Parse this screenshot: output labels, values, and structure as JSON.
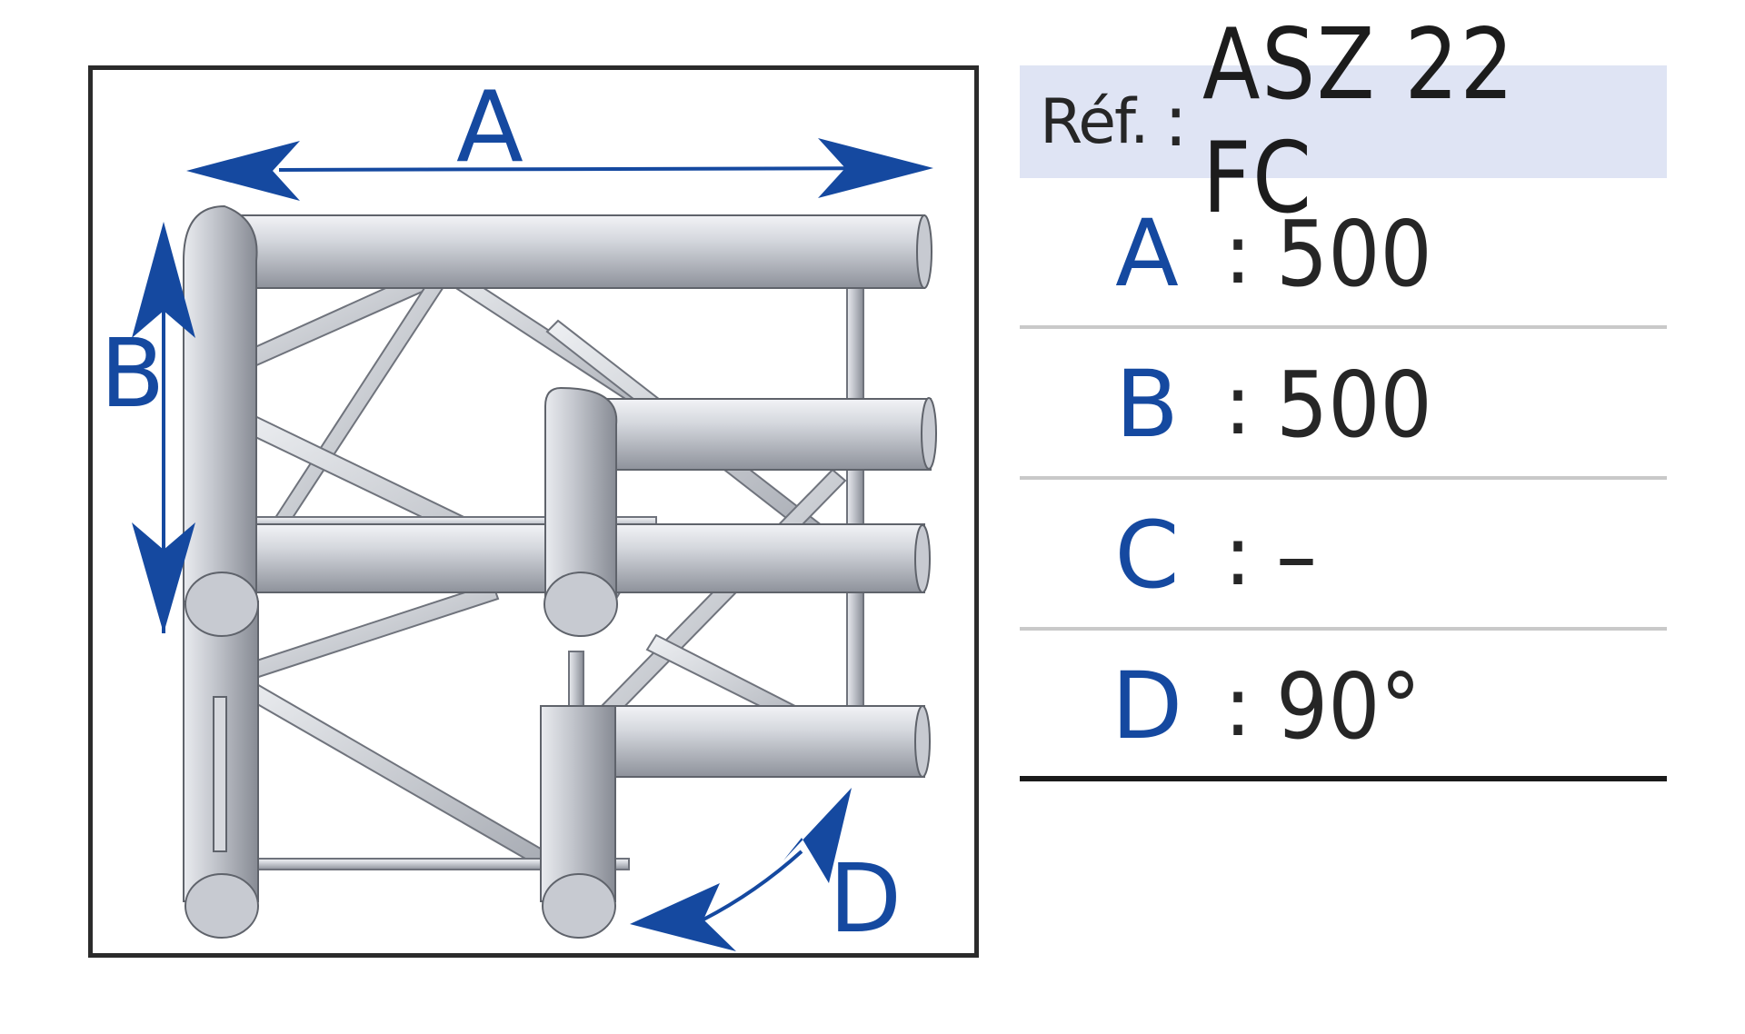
{
  "reference": {
    "prefix": "Réf.",
    "separator": ":",
    "code": "ASZ 22 FC"
  },
  "dimension_labels": {
    "a": "A",
    "b": "B",
    "d": "D"
  },
  "specs": [
    {
      "letter": "A",
      "separator": ":",
      "value": "500"
    },
    {
      "letter": "B",
      "separator": ":",
      "value": "500"
    },
    {
      "letter": "C",
      "separator": ":",
      "value": "–"
    },
    {
      "letter": "D",
      "separator": ":",
      "value": "90°"
    }
  ],
  "colors": {
    "accent_blue": "#1549a0",
    "header_bg": "#dfe4f4",
    "tube": "#b9bcc4",
    "frame": "#2b2b2b"
  }
}
